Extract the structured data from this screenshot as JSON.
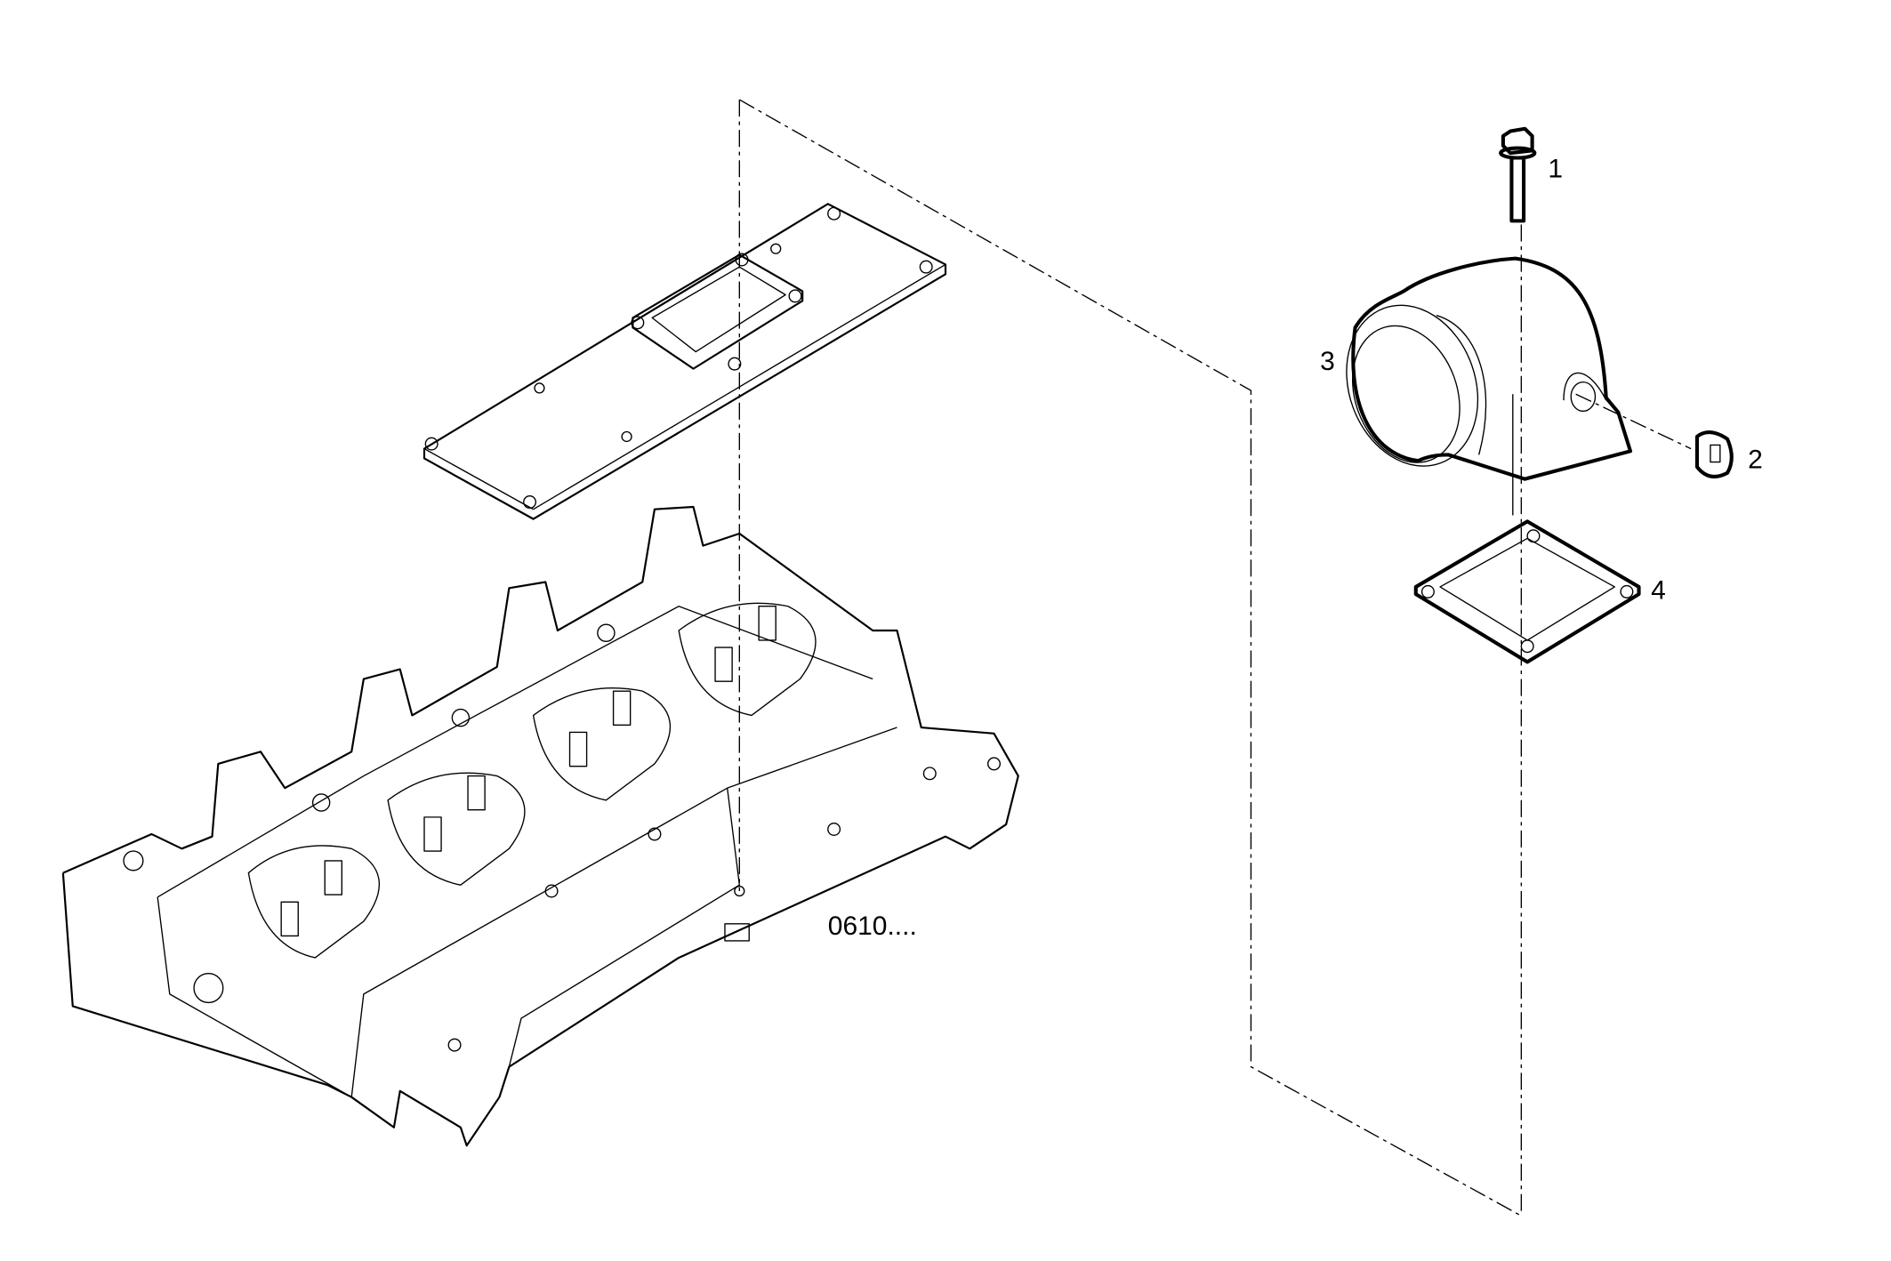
{
  "diagram": {
    "callouts": [
      {
        "id": "1",
        "part": "bolt"
      },
      {
        "id": "2",
        "part": "plug"
      },
      {
        "id": "3",
        "part": "elbow-connector"
      },
      {
        "id": "4",
        "part": "gasket"
      }
    ],
    "reference_label": "0610....",
    "line_color": "#000000",
    "background_color": "#ffffff"
  }
}
